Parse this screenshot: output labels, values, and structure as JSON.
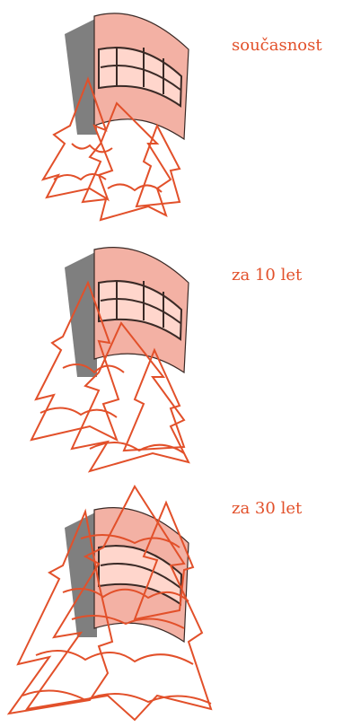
{
  "captions": {
    "present": "současnost",
    "ten_years": "za 10 let",
    "thirty_years": "za 30 let"
  },
  "colors": {
    "accent": "#e2502a",
    "wall": "#f3b1a4",
    "shadow": "#7f7f7f",
    "frame": "#3a2a26"
  },
  "stages": [
    {
      "label_key": "present",
      "tree_growth": "small"
    },
    {
      "label_key": "ten_years",
      "tree_growth": "medium"
    },
    {
      "label_key": "thirty_years",
      "tree_growth": "large"
    }
  ]
}
